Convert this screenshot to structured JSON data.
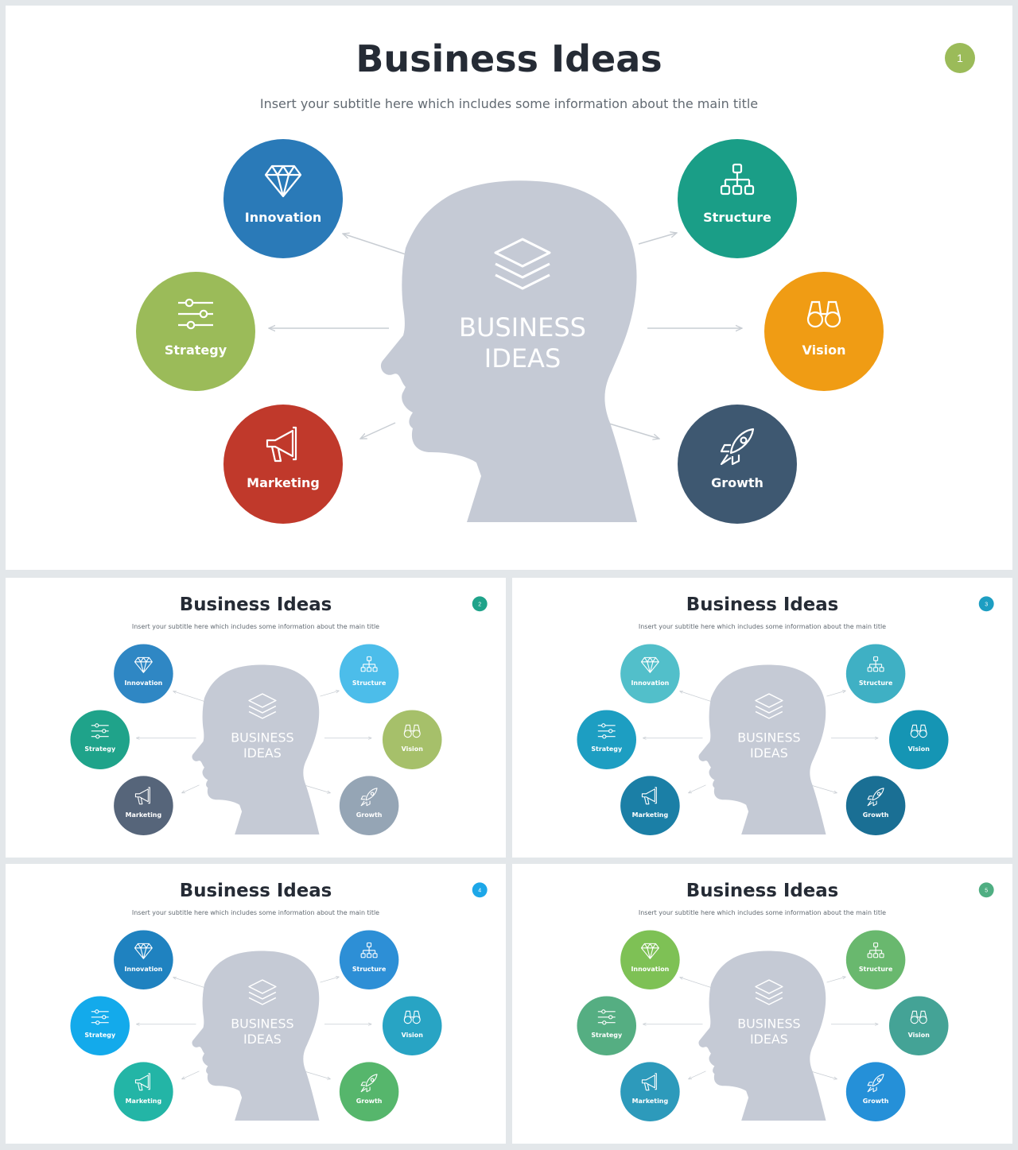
{
  "slides": [
    {
      "title": "Business Ideas",
      "subtitle": "Insert your subtitle here which includes some information about the main title",
      "page_number": "1",
      "badge_color": "#9bbb59",
      "head_text": [
        "BUSINESS",
        "IDEAS"
      ],
      "nodes": [
        {
          "label": "Innovation",
          "icon": "diamond-icon",
          "color": "#2a7ab8"
        },
        {
          "label": "Strategy",
          "icon": "sliders-icon",
          "color": "#9bbb59"
        },
        {
          "label": "Marketing",
          "icon": "megaphone-icon",
          "color": "#c0392b"
        },
        {
          "label": "Structure",
          "icon": "org-chart-icon",
          "color": "#1a9e87"
        },
        {
          "label": "Vision",
          "icon": "binoculars-icon",
          "color": "#f09c14"
        },
        {
          "label": "Growth",
          "icon": "rocket-icon",
          "color": "#3e5871"
        }
      ]
    },
    {
      "title": "Business Ideas",
      "subtitle": "Insert your subtitle here which includes some information about the main title",
      "page_number": "2",
      "badge_color": "#1fa38a",
      "head_text": [
        "BUSINESS",
        "IDEAS"
      ],
      "nodes": [
        {
          "label": "Innovation",
          "icon": "diamond-icon",
          "color": "#2f87c4"
        },
        {
          "label": "Strategy",
          "icon": "sliders-icon",
          "color": "#1fa38a"
        },
        {
          "label": "Marketing",
          "icon": "megaphone-icon",
          "color": "#56657a"
        },
        {
          "label": "Structure",
          "icon": "org-chart-icon",
          "color": "#4cbdea"
        },
        {
          "label": "Vision",
          "icon": "binoculars-icon",
          "color": "#a6c06a"
        },
        {
          "label": "Growth",
          "icon": "rocket-icon",
          "color": "#95a5b5"
        }
      ]
    },
    {
      "title": "Business Ideas",
      "subtitle": "Insert your subtitle here which includes some information about the main title",
      "page_number": "3",
      "badge_color": "#1d9ec2",
      "head_text": [
        "BUSINESS",
        "IDEAS"
      ],
      "nodes": [
        {
          "label": "Innovation",
          "icon": "diamond-icon",
          "color": "#52bfca"
        },
        {
          "label": "Strategy",
          "icon": "sliders-icon",
          "color": "#1d9ec2"
        },
        {
          "label": "Marketing",
          "icon": "megaphone-icon",
          "color": "#1b7fa6"
        },
        {
          "label": "Structure",
          "icon": "org-chart-icon",
          "color": "#3fb0c4"
        },
        {
          "label": "Vision",
          "icon": "binoculars-icon",
          "color": "#1595b4"
        },
        {
          "label": "Growth",
          "icon": "rocket-icon",
          "color": "#1a6f94"
        }
      ]
    },
    {
      "title": "Business Ideas",
      "subtitle": "Insert your subtitle here which includes some information about the main title",
      "page_number": "4",
      "badge_color": "#1da7e8",
      "head_text": [
        "BUSINESS",
        "IDEAS"
      ],
      "nodes": [
        {
          "label": "Innovation",
          "icon": "diamond-icon",
          "color": "#1f82c0"
        },
        {
          "label": "Strategy",
          "icon": "sliders-icon",
          "color": "#13aaeb"
        },
        {
          "label": "Marketing",
          "icon": "megaphone-icon",
          "color": "#23b5a6"
        },
        {
          "label": "Structure",
          "icon": "org-chart-icon",
          "color": "#2d8fd6"
        },
        {
          "label": "Vision",
          "icon": "binoculars-icon",
          "color": "#28a4c4"
        },
        {
          "label": "Growth",
          "icon": "rocket-icon",
          "color": "#56b66c"
        }
      ]
    },
    {
      "title": "Business Ideas",
      "subtitle": "Insert your subtitle here which includes some information about the main title",
      "page_number": "5",
      "badge_color": "#4fae82",
      "head_text": [
        "BUSINESS",
        "IDEAS"
      ],
      "nodes": [
        {
          "label": "Innovation",
          "icon": "diamond-icon",
          "color": "#7ec155"
        },
        {
          "label": "Strategy",
          "icon": "sliders-icon",
          "color": "#55ae82"
        },
        {
          "label": "Marketing",
          "icon": "megaphone-icon",
          "color": "#2d9abb"
        },
        {
          "label": "Structure",
          "icon": "org-chart-icon",
          "color": "#69b86e"
        },
        {
          "label": "Vision",
          "icon": "binoculars-icon",
          "color": "#44a396"
        },
        {
          "label": "Growth",
          "icon": "rocket-icon",
          "color": "#2590d8"
        }
      ]
    }
  ]
}
